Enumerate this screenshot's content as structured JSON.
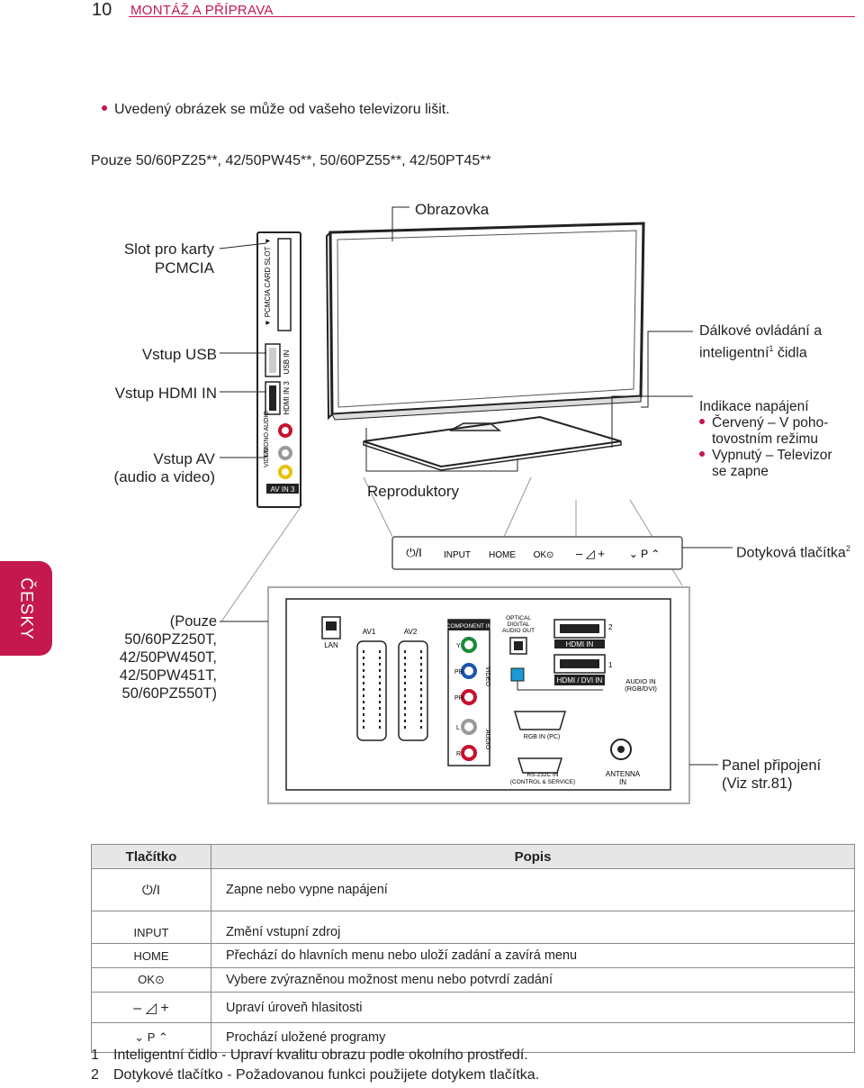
{
  "header": {
    "page_number": "10",
    "section": "MONTÁŽ A PŘÍPRAVA"
  },
  "side_tab": "ČESKY",
  "note": "Uvedený obrázek se může od vašeho televizoru lišit.",
  "models": "Pouze 50/60PZ25**, 42/50PW45**, 50/60PZ55**, 42/50PT45**",
  "labels": {
    "screen": "Obrazovka",
    "pcmcia_1": "Slot pro karty",
    "pcmcia_2": "PCMCIA",
    "usb": "Vstup USB",
    "hdmi": "Vstup HDMI IN",
    "av_1": "Vstup AV",
    "av_2": "(audio a video)",
    "speakers": "Reproduktory",
    "remote_1": "Dálkové ovládání a",
    "remote_2": "inteligentní",
    "remote_sup": "1",
    "remote_3": " čidla",
    "power_title": "Indikace napájení",
    "power_red_1": "Červený – V poho-",
    "power_red_2": "tovostním režimu",
    "power_off_1": "Vypnutý – Televizor",
    "power_off_2": "se zapne",
    "touch": "Dotyková tlačítka",
    "touch_sup": "2",
    "only_1": "(Pouze",
    "only_2": "50/60PZ250T,",
    "only_3": "42/50PW450T,",
    "only_4": "42/50PW451T,",
    "only_5": "50/60PZ550T)",
    "panel_1": "Panel připojení",
    "panel_2": "(Viz str.81)"
  },
  "side_panel": {
    "pcmcia": "▼ PCMCIA CARD SLOT ▼",
    "usb_in": "USB IN",
    "hdmi_in3": "HDMI IN 3",
    "video": "VIDEO",
    "audio": "L/MONO AUDIO",
    "av_in3": "AV IN 3"
  },
  "touch_bar": {
    "power": "⏻/I",
    "input": "INPUT",
    "home": "HOME",
    "ok": "OK⊙",
    "volume": "–  ◿  +",
    "program": "⌄  P  ⌃"
  },
  "rear_panel": {
    "lan": "LAN",
    "av1": "AV1",
    "av2": "AV2",
    "component_in": "COMPONENT IN",
    "y": "Y",
    "pb": "PB",
    "pr": "PR",
    "video": "VIDEO",
    "l": "L",
    "r": "R",
    "audio": "AUDIO",
    "optical_1": "OPTICAL",
    "optical_2": "DIGITAL",
    "optical_3": "AUDIO OUT",
    "hdmi_in": "HDMI IN",
    "hdmi_dvi_in": "HDMI / DVI IN",
    "num2": "2",
    "num1": "1",
    "audio_in_1": "AUDIO IN",
    "audio_in_2": "(RGB/DVI)",
    "rgb_in": "RGB IN (PC)",
    "rs232_1": "RS-232C IN",
    "rs232_2": "(CONTROL & SERVICE)",
    "antenna_1": "ANTENNA",
    "antenna_2": "IN"
  },
  "table": {
    "headers": [
      "Tlačítko",
      "Popis"
    ],
    "rows": [
      {
        "button": "⏻/I",
        "desc": "Zapne nebo vypne napájení"
      },
      {
        "button": "INPUT",
        "desc": "Změní vstupní zdroj"
      },
      {
        "button": "HOME",
        "desc": "Přechází do hlavních menu nebo uloží zadání a zavírá menu"
      },
      {
        "button": "OK⊙",
        "desc": "Vybere zvýrazněnou možnost menu nebo potvrdí zadání"
      },
      {
        "button": "–  ◿  +",
        "desc": "Upraví úroveň hlasitosti"
      },
      {
        "button": "⌄  P  ⌃",
        "desc": "Prochází uložené programy"
      }
    ]
  },
  "footnotes": [
    {
      "num": "1",
      "text": "Inteligentní čidlo - Upraví kvalitu obrazu podle okolního prostředí."
    },
    {
      "num": "2",
      "text": "Dotykové tlačítko - Požadovanou funkci použijete dotykem tlačítka."
    }
  ],
  "colors": {
    "accent": "#c4184f",
    "text": "#231f20",
    "line": "#7a7a7a"
  }
}
